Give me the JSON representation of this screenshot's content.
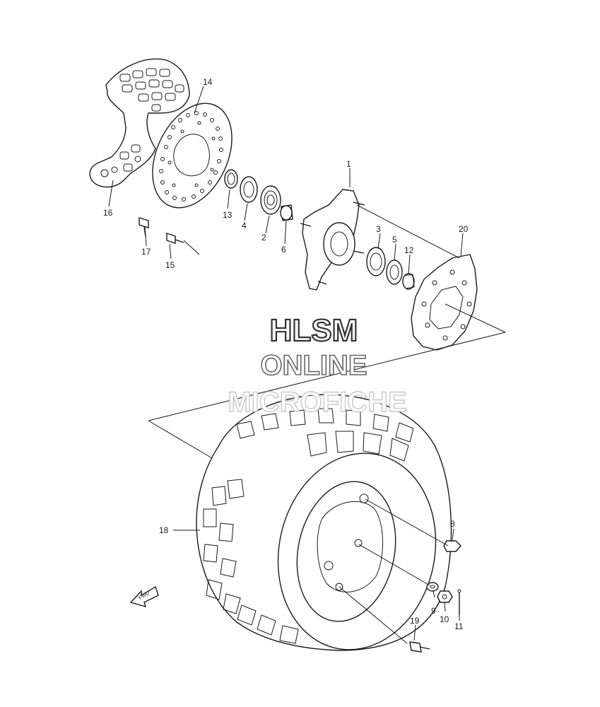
{
  "watermark": {
    "line1": "HLSM",
    "line2": "ONLINE",
    "line3": "MICROFICHE"
  },
  "callouts": [
    {
      "id": "1",
      "label": "1"
    },
    {
      "id": "2",
      "label": "2"
    },
    {
      "id": "3",
      "label": "3"
    },
    {
      "id": "4",
      "label": "4"
    },
    {
      "id": "5",
      "label": "5"
    },
    {
      "id": "6",
      "label": "6"
    },
    {
      "id": "8",
      "label": "8"
    },
    {
      "id": "9",
      "label": "9"
    },
    {
      "id": "10",
      "label": "10"
    },
    {
      "id": "11",
      "label": "11"
    },
    {
      "id": "12",
      "label": "12"
    },
    {
      "id": "13",
      "label": "13"
    },
    {
      "id": "14",
      "label": "14"
    },
    {
      "id": "15",
      "label": "15"
    },
    {
      "id": "16",
      "label": "16"
    },
    {
      "id": "17",
      "label": "17"
    },
    {
      "id": "18",
      "label": "18"
    },
    {
      "id": "19",
      "label": "19"
    },
    {
      "id": "20",
      "label": "20"
    }
  ],
  "direction_arrow": {
    "label": "FWD",
    "icon": "arrow-icon"
  }
}
